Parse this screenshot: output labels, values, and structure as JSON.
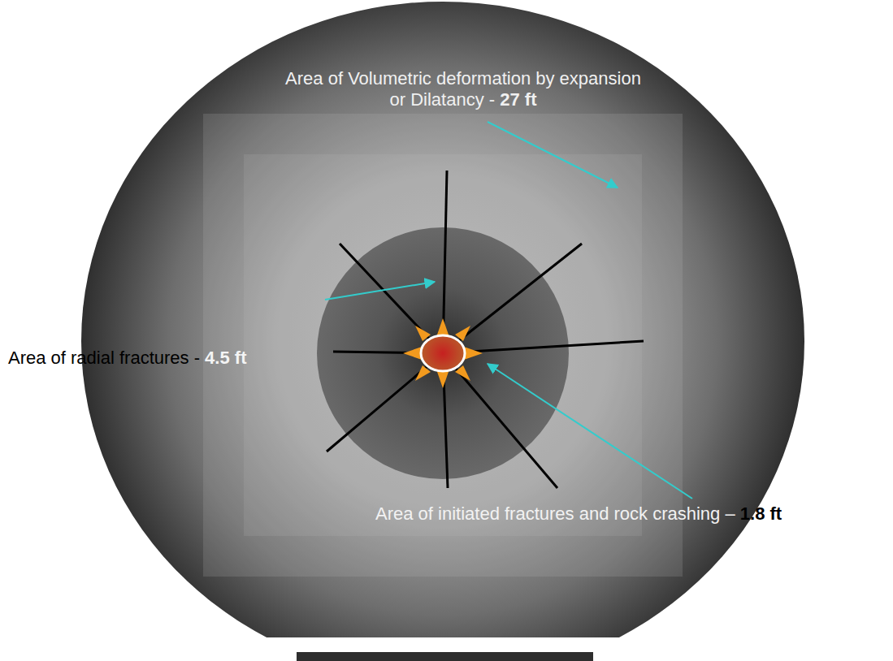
{
  "diagram": {
    "labels": [
      "Area of Volumetric deformation by expansion or Dilatancy -",
      "27 ft",
      "Area of radial fractures -",
      "4.5 ft",
      "Area of initiated fractures and rock crashing –",
      "1.8 ft"
    ]
  }
}
